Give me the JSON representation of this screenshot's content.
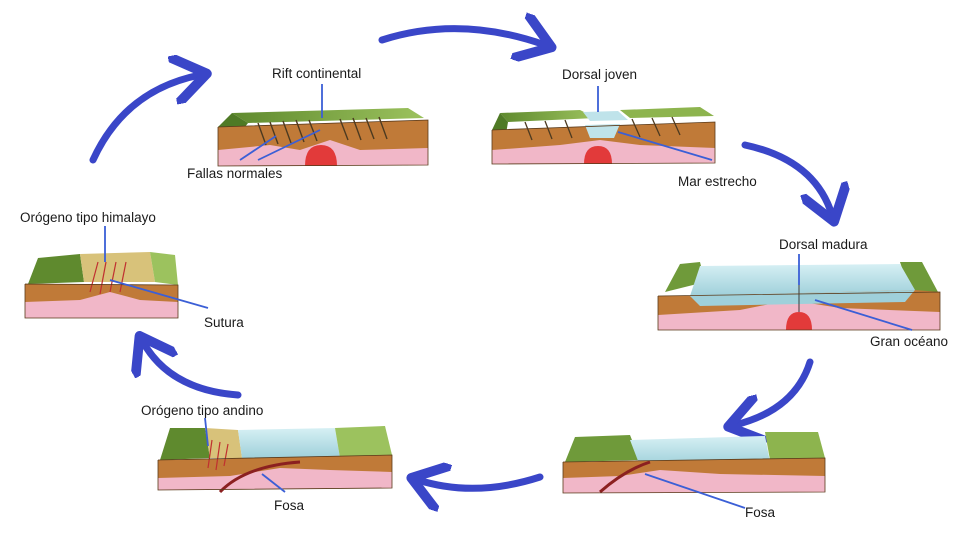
{
  "labels": {
    "rift": "Rift continental",
    "fallas": "Fallas normales",
    "dorsal_joven": "Dorsal joven",
    "mar_estrecho": "Mar estrecho",
    "dorsal_madura": "Dorsal madura",
    "gran_oceano": "Gran océano",
    "fosa_right": "Fosa",
    "fosa_left": "Fosa",
    "andino": "Orógeno tipo andino",
    "himalayo": "Orógeno tipo himalayo",
    "sutura": "Sutura"
  },
  "colors": {
    "arrow": "#3a46c8",
    "pointer": "#3b5fd6",
    "grass": "#6f9a3a",
    "grass_light": "#8db44e",
    "crust": "#c07a38",
    "crust_dark": "#8e5424",
    "mantle": "#f1b7c8",
    "ocean": "#bfe3ea",
    "magma": "#e23a3a"
  },
  "icons": [
    "cycle-arrow-icon"
  ]
}
